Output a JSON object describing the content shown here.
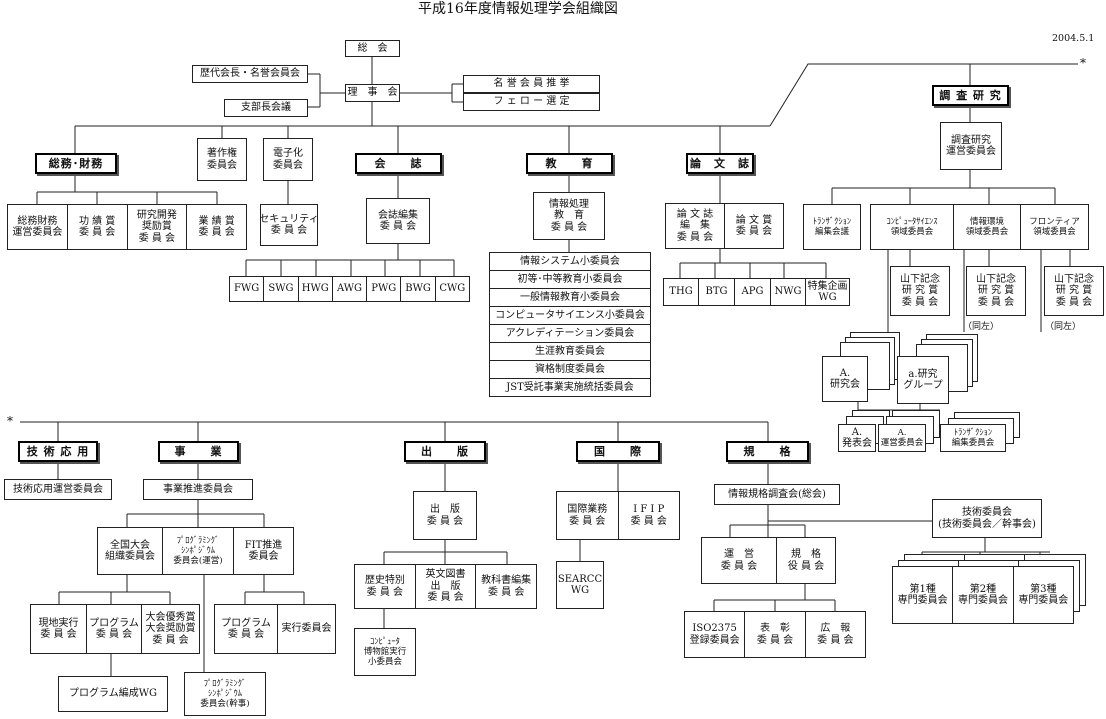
{
  "title": "平成16年度情報処理学会組織図",
  "date": "2004.5.1",
  "asterisk": "*",
  "top": {
    "general_assembly": "総　会",
    "former_presidents": "歴代会長・名誉会員会",
    "board": "理　事　会",
    "branch_meeting": "支部長会議",
    "honorary_recommend": "名 誉 会 員 推 挙",
    "fellow_selection": "フ ェ ロ ー 選 定"
  },
  "headers": {
    "soumu": "総務･財務",
    "kaishi": "会　　誌",
    "kyouiku": "教　　育",
    "ronbunshi": "論　文　誌",
    "chousa": "調 査 研 究",
    "gijutsu": "技 術 応 用",
    "jigyou": "事　　業",
    "shuppan": "出　　版",
    "kokusai": "国　　際",
    "kikaku": "規　　格"
  },
  "soumu_units": [
    "総務財務\n運営委員会",
    "功 績 賞\n委 員 会",
    "研究開発\n奨励賞\n委 員 会",
    "業 績 賞\n委 員 会"
  ],
  "copyright": "著作権\n委員会",
  "ecommerce": "電子化\n委員会",
  "security": "セキュリティ\n委 員 会",
  "kaishi_editorial": "会誌編集\n委 員 会",
  "wg_row": [
    "FWG",
    "SWG",
    "HWG",
    "AWG",
    "PWG",
    "BWG",
    "CWG"
  ],
  "kyouiku_committee": "情報処理\n教　育\n委 員 会",
  "kyouiku_subs": [
    "情報システム小委員会",
    "初等･中等教育小委員会",
    "一般情報教育小委員会",
    "コンピュータサイエンス小委員会",
    "アクレディテーション委員会",
    "生涯教育委員会",
    "資格制度委員会",
    "JST受託事業実施統括委員会"
  ],
  "ronbun_units": [
    "論 文 誌\n編　集\n委 員 会",
    "論 文 賞\n委 員 会"
  ],
  "ronbun_wg": [
    "THG",
    "BTG",
    "APG",
    "NWG",
    "特集企画\nWG"
  ],
  "chousa_steering": "調査研究\n運営委員会",
  "chousa_units": [
    "ﾄﾗﾝｻﾞｸｼｮﾝ\n編集会議",
    "ｺﾝﾋﾟｭｰﾀｻｲｴﾝｽ\n領域委員会",
    "情報環境\n領域委員会",
    "フロンティア\n領域委員会"
  ],
  "yamashita": "山下記念\n研 究 賞\n委 員 会",
  "same_as_left": "（同左）",
  "research_group": "A.\n研究会",
  "research_group2": "a.研究\nグループ",
  "presentation": "A.\n発表会",
  "steering_a": "A.\n運営委員会",
  "transaction_edit": "ﾄﾗﾝｻﾞｸｼｮﾝ\n編集委員会",
  "gijutsu_steering": "技術応用運営委員会",
  "jigyou_promo": "事業推進委員会",
  "jigyou_units": [
    "全国大会\n組織委員会",
    "ﾌﾟﾛｸﾞﾗﾐﾝｸﾞ\nｼﾝﾎﾟｼﾞｳﾑ\n委員会(運営)",
    "FIT推進\n委員会"
  ],
  "taikai_units": [
    "現地実行\n委 員 会",
    "プログラム\n委 員 会",
    "大会優秀賞\n大会奨励賞\n委 員 会"
  ],
  "fit_units": [
    "プログラム\n委 員 会",
    "実行委員会"
  ],
  "program_wg": "プログラム編成WG",
  "prog_sympo_exec": "ﾌﾟﾛｸﾞﾗﾐﾝｸﾞ\nｼﾝﾎﾟｼﾞｳﾑ\n委員会(幹事)",
  "shuppan_committee": "出　版\n委 員 会",
  "shuppan_units": [
    "歴史特別\n委 員 会",
    "英文図書\n出　版\n委 員 会",
    "教科書編集\n委 員 会"
  ],
  "museum": "ｺﾝﾋﾟｭｰﾀ\n博物館実行\n小委員会",
  "kokusai_units": [
    "国際業務\n委 員 会",
    "I F I P\n委 員 会"
  ],
  "searcc": "SEARCC\nWG",
  "kikaku_council": "情報規格調査会(総会)",
  "gijutsu_committee": "技術委員会\n(技術委員会／幹事会)",
  "kikaku_units": [
    "運　営\n委 員 会",
    "規　格\n役 員 会"
  ],
  "kikaku_bottom": [
    "ISO2375\n登録委員会",
    "表　彰\n委 員 会",
    "広　報\n委 員 会"
  ],
  "senmon": [
    "第1種\n専門委員会",
    "第2種\n専門委員会",
    "第3種\n専門委員会"
  ]
}
